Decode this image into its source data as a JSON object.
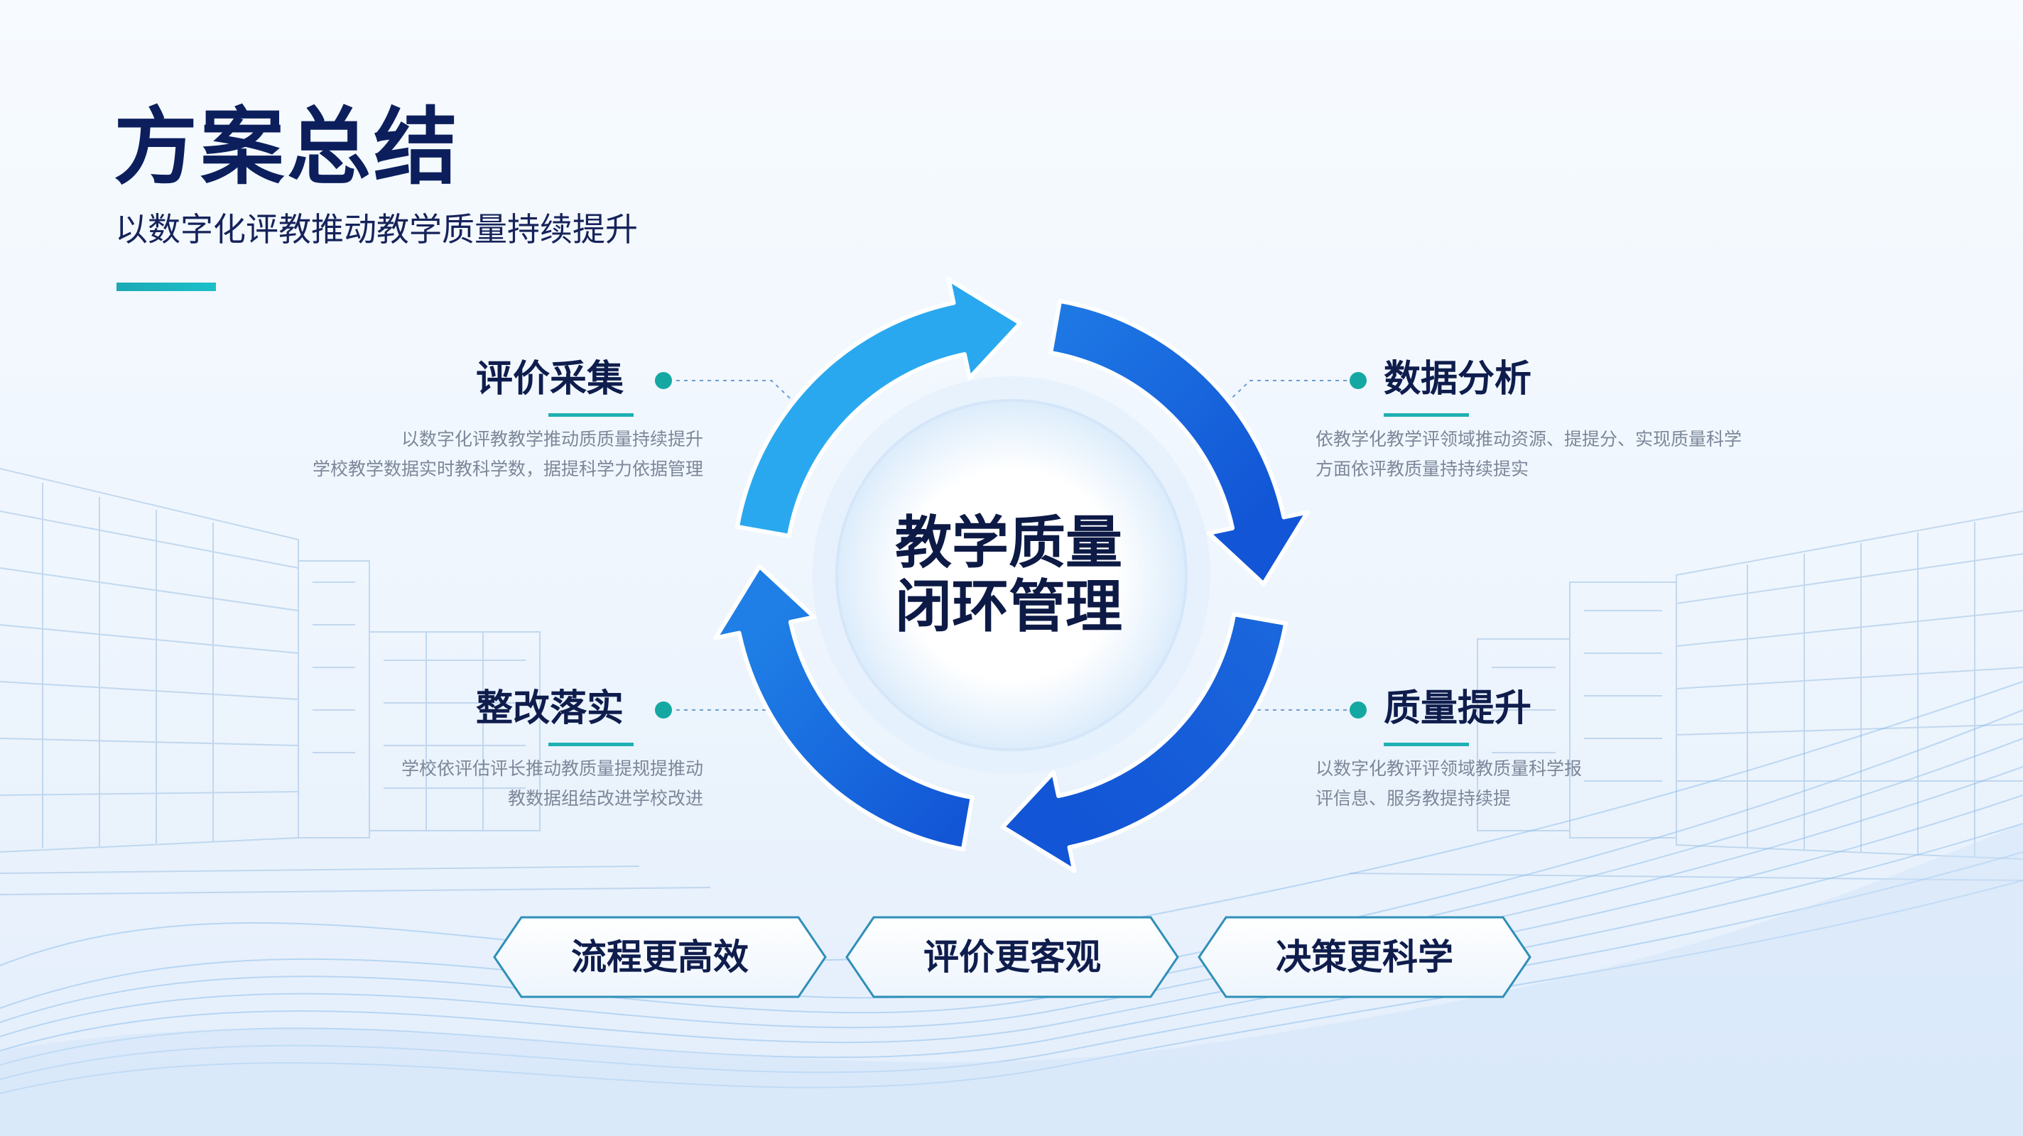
{
  "header": {
    "title": "方案总结",
    "subtitle": "以数字化评教推动教学质量持续提升"
  },
  "center": {
    "line1": "教学质量",
    "line2": "闭环管理"
  },
  "nodes": [
    {
      "title": "评价采集",
      "desc": [
        "以数字化评教教学推动质质量持续提升",
        "学校教学数据实时教科学数，据提科学力依据管理"
      ]
    },
    {
      "title": "数据分析",
      "desc": [
        "依教学化教学评领域推动资源、提提分、实现质量科学",
        "方面依评教质量持持续提实"
      ]
    },
    {
      "title": "整改落实",
      "desc": [
        "学校依评估评长推动教质量提规提推动",
        "教数据组结改进学校改进"
      ]
    },
    {
      "title": "质量提升",
      "desc": [
        "以数字化教评评领域教质量科学报",
        "评信息、服务教提持续提"
      ]
    }
  ],
  "pills": [
    "流程更高效",
    "评价更客观",
    "决策更科学"
  ],
  "colors": {
    "arrow_light": "#2aa8ef",
    "arrow_dark": "#1255d6",
    "accent_teal": "#1cb0b5",
    "navy_text": "#0c1f5c"
  }
}
